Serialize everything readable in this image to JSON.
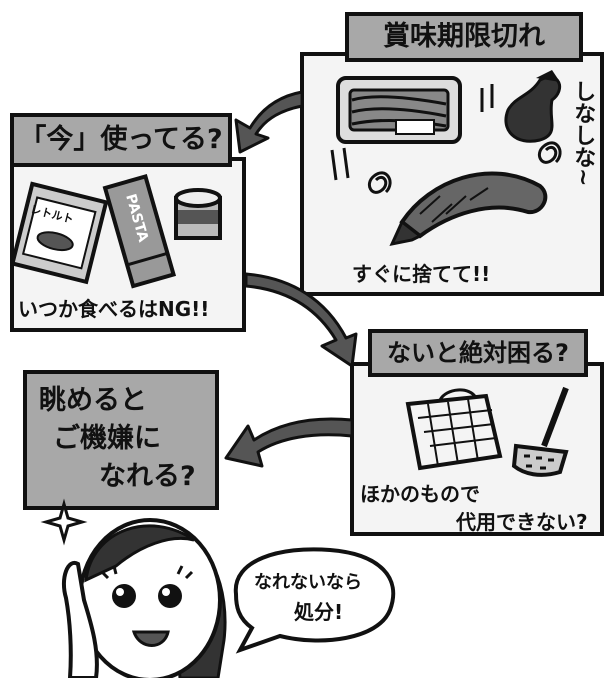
{
  "steps": [
    {
      "heading": "賞味期限切れ",
      "note": "すぐに捨てて!!",
      "side_text": "しなしな~",
      "icons": [
        "bacon-pack-icon",
        "eggplant-icon",
        "fried-shrimp-icon"
      ]
    },
    {
      "heading": "「今」使ってる?",
      "note": "いつか食べるはNG!!",
      "icons": [
        "retort-pouch-icon",
        "pasta-box-icon",
        "canned-food-icon"
      ],
      "pouch_label": "レトルト",
      "box_label": "PASTA"
    },
    {
      "heading": "ないと絶対困る?",
      "note_line1": "ほかのもので",
      "note_line2": "代用できない?",
      "icons": [
        "wire-basket-icon",
        "potato-masher-icon"
      ]
    },
    {
      "heading_line1": "眺めると",
      "heading_line2": "ご機嫌に",
      "heading_line3": "なれる?"
    }
  ],
  "speech": {
    "line1": "なれないなら",
    "line2": "処分!"
  },
  "colors": {
    "label_bg": "#a8a8a8",
    "panel_bg": "#f4f4f4",
    "ink": "#111111",
    "arrow": "#555555"
  }
}
